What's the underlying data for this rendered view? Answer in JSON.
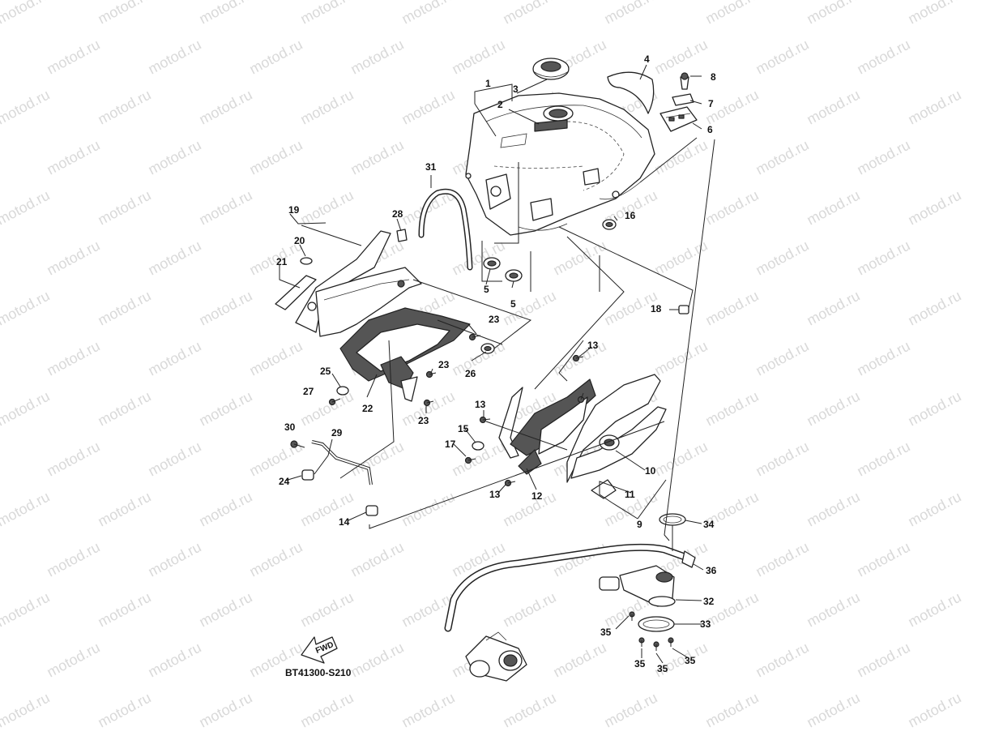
{
  "watermark": {
    "text": "motod.ru",
    "color": "#d9d9d9"
  },
  "diagram": {
    "code": "BT41300-S210",
    "fwd_label": "FWD",
    "callouts": [
      {
        "id": "c1",
        "label": "1"
      },
      {
        "id": "c2",
        "label": "2"
      },
      {
        "id": "c3",
        "label": "3"
      },
      {
        "id": "c4",
        "label": "4"
      },
      {
        "id": "c5a",
        "label": "5"
      },
      {
        "id": "c5b",
        "label": "5"
      },
      {
        "id": "c6",
        "label": "6"
      },
      {
        "id": "c7",
        "label": "7"
      },
      {
        "id": "c8",
        "label": "8"
      },
      {
        "id": "c9",
        "label": "9"
      },
      {
        "id": "c10",
        "label": "10"
      },
      {
        "id": "c11",
        "label": "11"
      },
      {
        "id": "c12",
        "label": "12"
      },
      {
        "id": "c13a",
        "label": "13"
      },
      {
        "id": "c13b",
        "label": "13"
      },
      {
        "id": "c13c",
        "label": "13"
      },
      {
        "id": "c14",
        "label": "14"
      },
      {
        "id": "c15",
        "label": "15"
      },
      {
        "id": "c16",
        "label": "16"
      },
      {
        "id": "c17",
        "label": "17"
      },
      {
        "id": "c18",
        "label": "18"
      },
      {
        "id": "c19",
        "label": "19"
      },
      {
        "id": "c20",
        "label": "20"
      },
      {
        "id": "c21",
        "label": "21"
      },
      {
        "id": "c22",
        "label": "22"
      },
      {
        "id": "c23a",
        "label": "23"
      },
      {
        "id": "c23b",
        "label": "23"
      },
      {
        "id": "c23c",
        "label": "23"
      },
      {
        "id": "c24",
        "label": "24"
      },
      {
        "id": "c25",
        "label": "25"
      },
      {
        "id": "c26",
        "label": "26"
      },
      {
        "id": "c27",
        "label": "27"
      },
      {
        "id": "c28",
        "label": "28"
      },
      {
        "id": "c29",
        "label": "29"
      },
      {
        "id": "c30",
        "label": "30"
      },
      {
        "id": "c31",
        "label": "31"
      },
      {
        "id": "c32",
        "label": "32"
      },
      {
        "id": "c33",
        "label": "33"
      },
      {
        "id": "c34",
        "label": "34"
      },
      {
        "id": "c35a",
        "label": "35"
      },
      {
        "id": "c35b",
        "label": "35"
      },
      {
        "id": "c35c",
        "label": "35"
      },
      {
        "id": "c35d",
        "label": "35"
      },
      {
        "id": "c36",
        "label": "36"
      }
    ]
  }
}
